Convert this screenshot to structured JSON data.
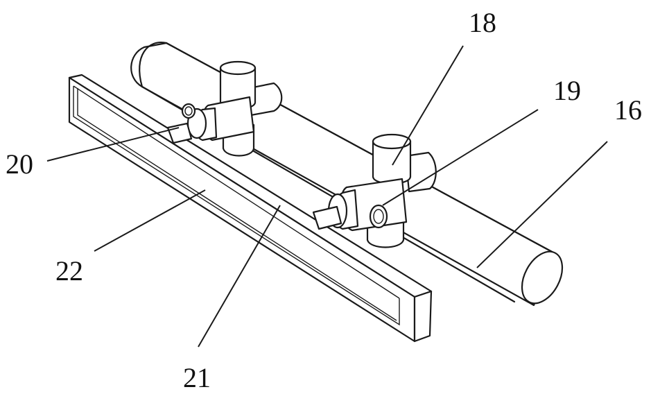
{
  "labels": {
    "l16": "16",
    "l18": "18",
    "l19": "19",
    "l20": "20",
    "l21": "21",
    "l22": "22"
  },
  "colors": {
    "line": "#1a1a1a",
    "background": "#ffffff"
  }
}
